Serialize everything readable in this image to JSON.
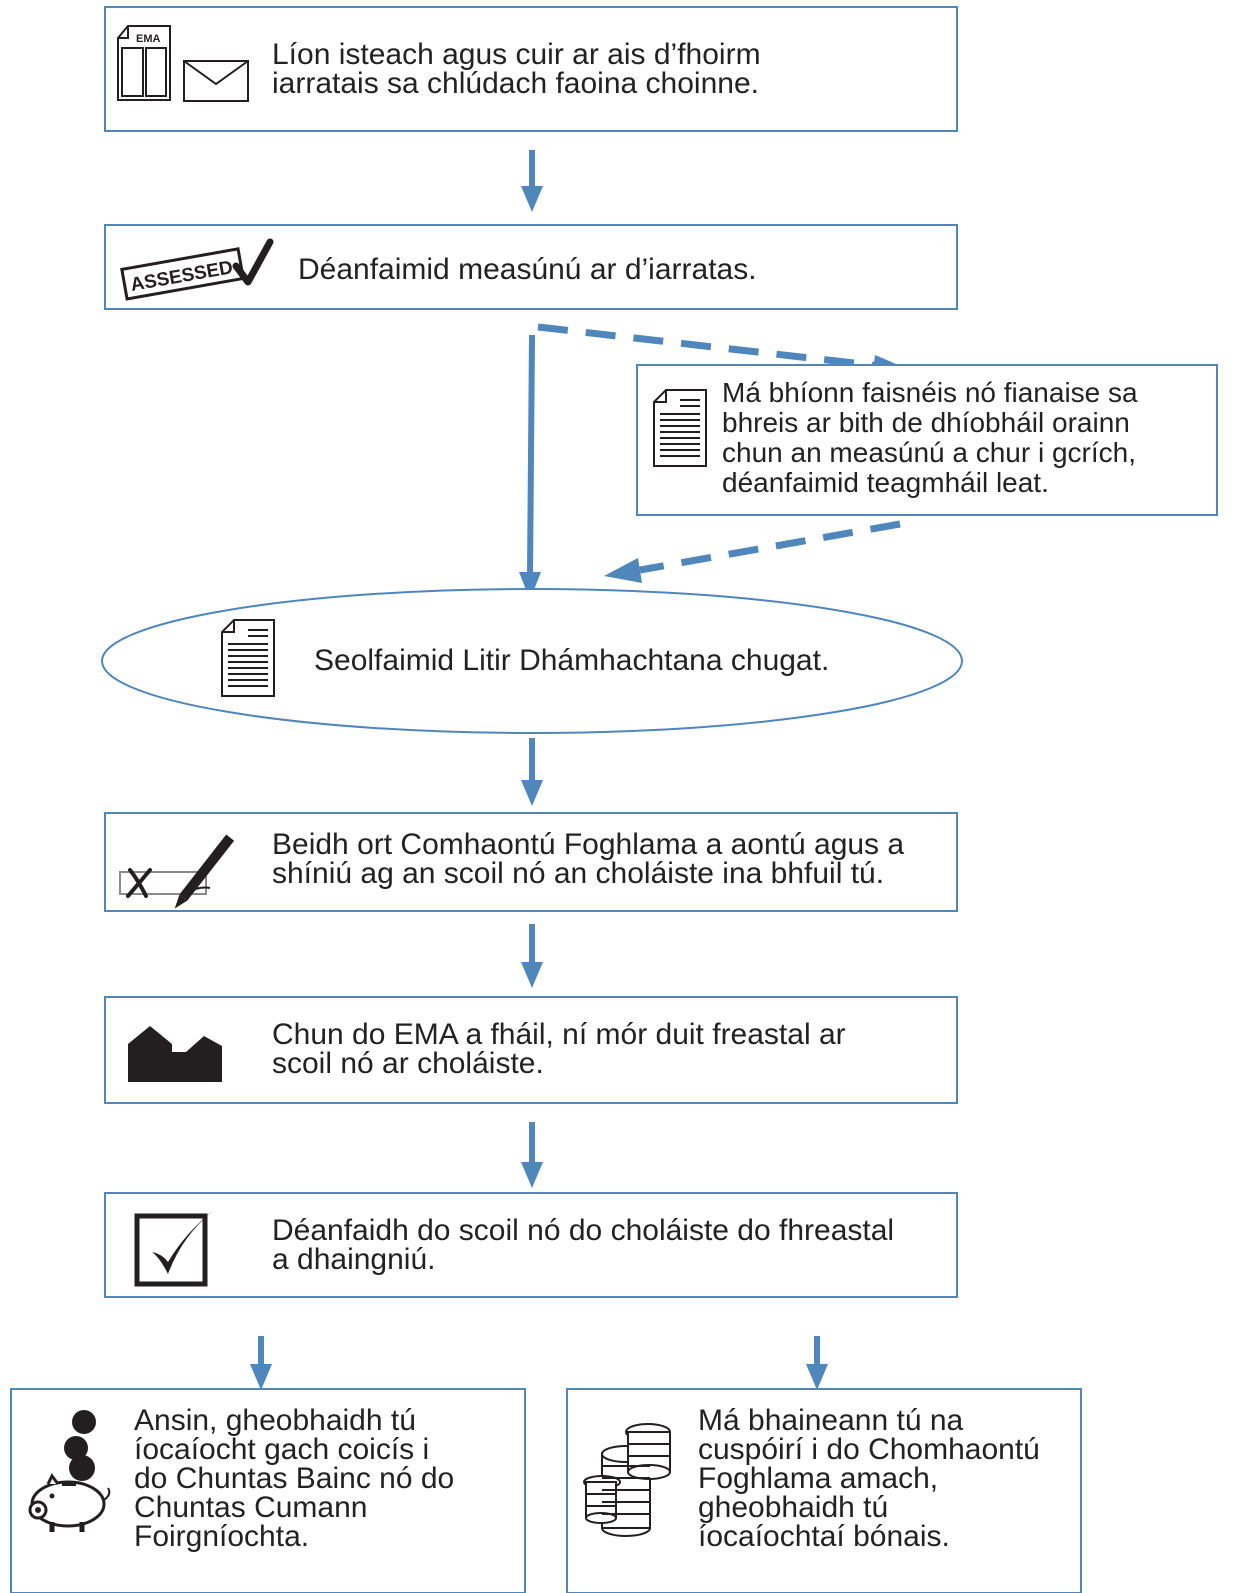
{
  "colors": {
    "flow": "#4f86bb",
    "icon": "#231f20",
    "text": "#222222"
  },
  "steps": {
    "apply": {
      "text": "Líon isteach agus cuir ar ais d’fhoirm\niarratais sa chlúdach faoina choinne.",
      "icon_label": "EMA",
      "icons": [
        "application-form-icon",
        "envelope-icon"
      ]
    },
    "assess": {
      "text": "Déanfaimid measúnú ar d’iarratas.",
      "stamp_label": "ASSESSED",
      "icons": [
        "assessed-stamp-icon"
      ]
    },
    "more_info": {
      "text": "Má bhíonn faisnéis nó fianaise sa\nbhreis ar bith de dhíobháil orainn\nchun an measúnú a chur i gcrích,\ndéanfaimid teagmháil leat.",
      "icons": [
        "document-icon"
      ]
    },
    "award_letter": {
      "text": "Seolfaimid Litir Dhámhachtana chugat.",
      "icons": [
        "document-icon"
      ]
    },
    "agreement": {
      "text": "Beidh ort Comhaontú Foghlama a aontú agus a\nshíniú ag an scoil nó an choláiste ina bhfuil tú.",
      "icons": [
        "signature-pen-icon"
      ]
    },
    "attend": {
      "text": "Chun do EMA a fháil, ní mór duit freastal ar\nscoil nó ar choláiste.",
      "icons": [
        "school-building-icon"
      ]
    },
    "confirm": {
      "text": "Déanfaidh do scoil nó do choláiste do fhreastal\na dhaingniú.",
      "icons": [
        "checkbox-tick-icon"
      ]
    },
    "payment": {
      "text": "Ansin, gheobhaidh tú\níocaíocht gach coicís i\ndo Chuntas Bainc nó do\nChuntas Cumann\nFoirgníochta.",
      "icons": [
        "piggy-bank-icon"
      ]
    },
    "bonus": {
      "text": "Má bhaineann tú na\ncuspóirí i do Chomhaontú\nFoghlama amach,\ngheobhaidh tú\níocaíochtaí bónais.",
      "icons": [
        "coin-stack-icon"
      ]
    }
  }
}
